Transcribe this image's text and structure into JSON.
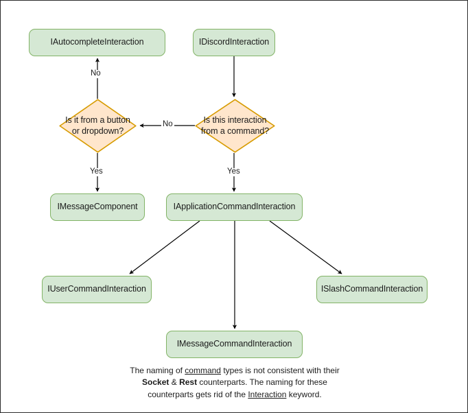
{
  "diagram": {
    "title": "Discord interaction type hierarchy flowchart",
    "colors": {
      "process_fill": "#d5e8d4",
      "process_stroke": "#82b366",
      "decision_fill": "#ffe6cc",
      "decision_stroke": "#d79b00",
      "edge_stroke": "#000000",
      "page_border": "#2b2b2b",
      "background": "#ffffff"
    },
    "nodes": [
      {
        "id": "autocomplete",
        "type": "process",
        "label": "IAutocompleteInteraction"
      },
      {
        "id": "discord",
        "type": "process",
        "label": "IDiscordInteraction"
      },
      {
        "id": "from_button",
        "type": "decision",
        "label": "Is it from a button or dropdown?"
      },
      {
        "id": "from_command",
        "type": "decision",
        "label": "Is this interaction from a command?"
      },
      {
        "id": "message_component",
        "type": "process",
        "label": "IMessageComponent"
      },
      {
        "id": "app_command",
        "type": "process",
        "label": "IApplicationCommandInteraction"
      },
      {
        "id": "user_command",
        "type": "process",
        "label": "IUserCommandInteraction"
      },
      {
        "id": "slash_command",
        "type": "process",
        "label": "ISlashCommandInteraction"
      },
      {
        "id": "message_command",
        "type": "process",
        "label": "IMessageCommandInteraction"
      }
    ],
    "edges": [
      {
        "from": "discord",
        "to": "from_command",
        "label": ""
      },
      {
        "from": "from_command",
        "to": "from_button",
        "label": "No"
      },
      {
        "from": "from_button",
        "to": "autocomplete",
        "label": "No"
      },
      {
        "from": "from_button",
        "to": "message_component",
        "label": "Yes"
      },
      {
        "from": "from_command",
        "to": "app_command",
        "label": "Yes"
      },
      {
        "from": "app_command",
        "to": "user_command",
        "label": ""
      },
      {
        "from": "app_command",
        "to": "message_command",
        "label": ""
      },
      {
        "from": "app_command",
        "to": "slash_command",
        "label": ""
      }
    ],
    "edge_labels": {
      "no_up": "No",
      "no_left": "No",
      "yes_left": "Yes",
      "yes_right": "Yes"
    },
    "caption": {
      "line1_a": "The naming of ",
      "line1_u": "command",
      "line1_b": " types is not consistent with their",
      "line2_a": "",
      "line2_b1": "Socket",
      "line2_amp": " & ",
      "line2_b2": "Rest",
      "line2_c": " counterparts. The naming for these",
      "line3_a": "counterparts gets rid of the ",
      "line3_u": "Interaction",
      "line3_b": " keyword."
    }
  }
}
